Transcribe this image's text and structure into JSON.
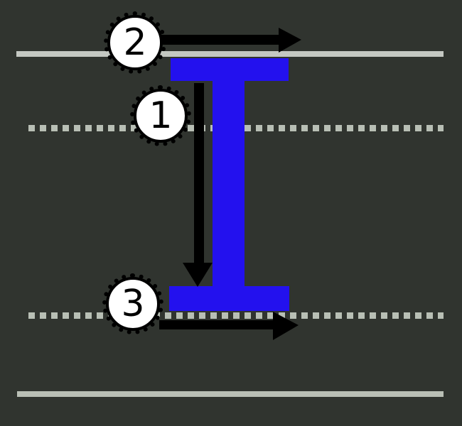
{
  "diagram": {
    "type": "letter-stroke-order-worksheet",
    "letter": "I",
    "strokes": [
      {
        "number": "1",
        "direction": "down",
        "description": "vertical stem drawn top to bottom"
      },
      {
        "number": "2",
        "direction": "right",
        "description": "top bar drawn left to right along cap line"
      },
      {
        "number": "3",
        "direction": "right",
        "description": "bottom bar drawn left to right along baseline"
      }
    ],
    "guide_lines": [
      {
        "name": "cap-line",
        "style": "solid"
      },
      {
        "name": "mid-line",
        "style": "dotted"
      },
      {
        "name": "base-line",
        "style": "dotted"
      },
      {
        "name": "bottom-line",
        "style": "solid"
      }
    ],
    "colors": {
      "background": "#30342f",
      "letter": "#2311ee",
      "solid_guide_line": "#c4c8c2",
      "dotted_guide_line": "#b8bfb5",
      "arrow": "#000000",
      "badge_fill": "#ffffff",
      "badge_border": "#000000",
      "badge_number": "#000000"
    }
  }
}
